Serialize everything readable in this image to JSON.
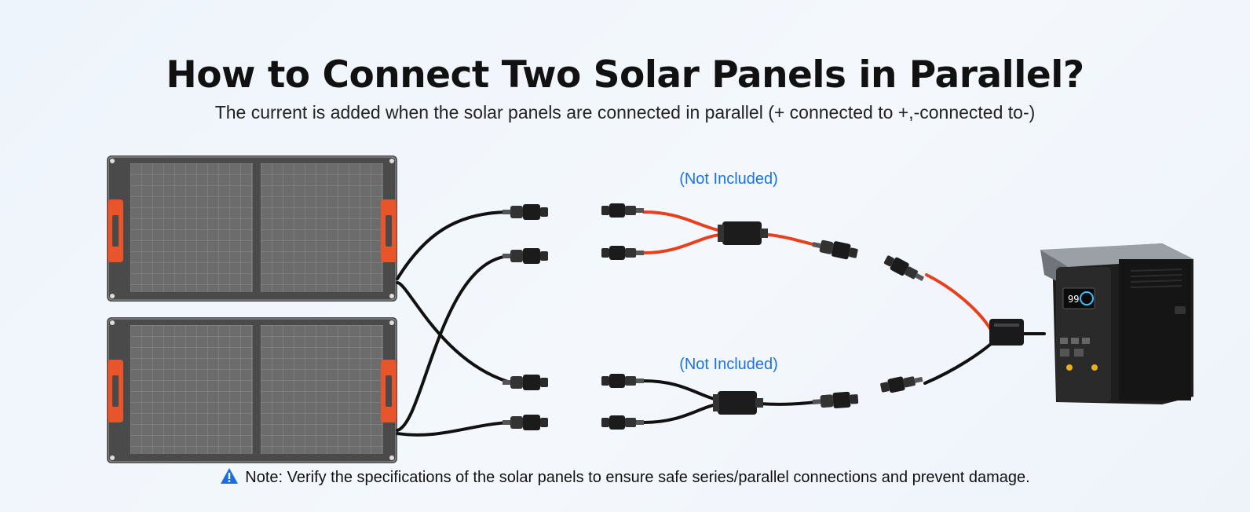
{
  "header": {
    "title": "How to Connect Two Solar Panels in Parallel?",
    "subtitle": "The current is added when the solar panels are connected in parallel (+ connected to +,-connected to-)"
  },
  "diagram": {
    "top_branch_label": "(Not Included)",
    "bottom_branch_label": "(Not Included)",
    "power_station_display": "99",
    "positive_cable_color": "#e8401f",
    "negative_cable_color": "#111111",
    "label_color": "#1a73e8",
    "panel_handle_color": "#e8552a",
    "icons": [
      "solar-panel-icon",
      "mc4-connector-icon",
      "y-branch-connector-icon",
      "power-station-icon",
      "warning-icon"
    ]
  },
  "footer": {
    "note": "Note: Verify the specifications of the solar panels to ensure safe series/parallel connections and prevent damage."
  }
}
